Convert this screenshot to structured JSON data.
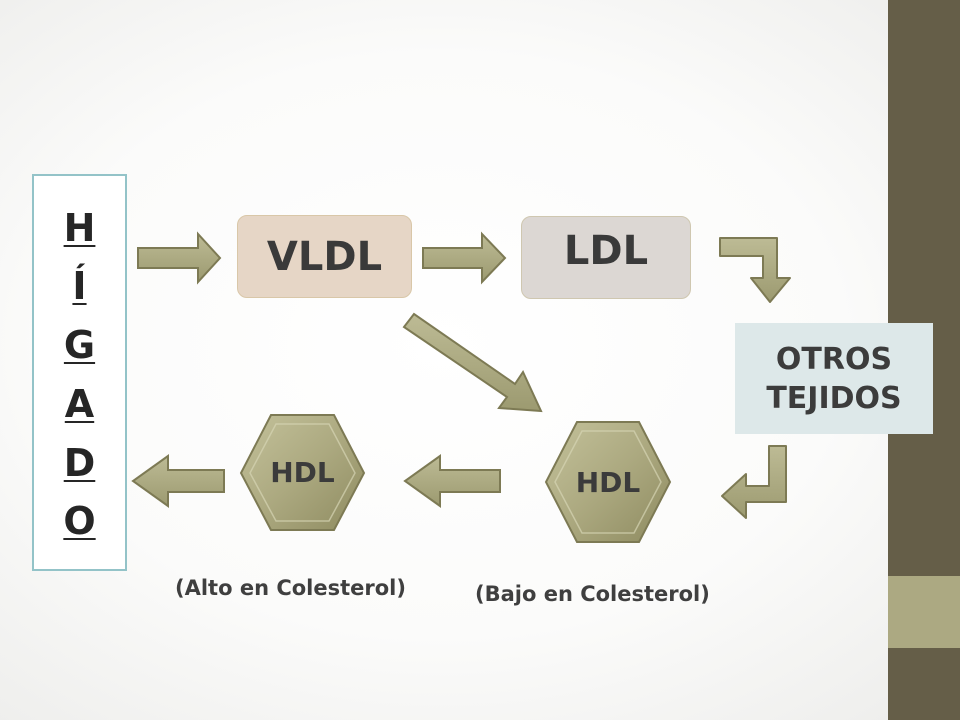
{
  "liver": {
    "letters": [
      "H",
      "Í",
      "G",
      "A",
      "D",
      "O"
    ]
  },
  "boxes": {
    "vldl": "VLDL",
    "ldl": "LDL",
    "otros": [
      "OTROS",
      "TEJIDOS"
    ]
  },
  "hexagons": {
    "alto": "HDL",
    "bajo": "HDL"
  },
  "captions": {
    "alto": "(Alto en Colesterol)",
    "bajo": "(Bajo en Colesterol)"
  },
  "colors": {
    "arrow_fill": "#a9a77e",
    "arrow_stroke": "#7d7a54",
    "hex_fill": "#aca980",
    "side_bar": "#655e48",
    "side_accent": "#aca982"
  }
}
